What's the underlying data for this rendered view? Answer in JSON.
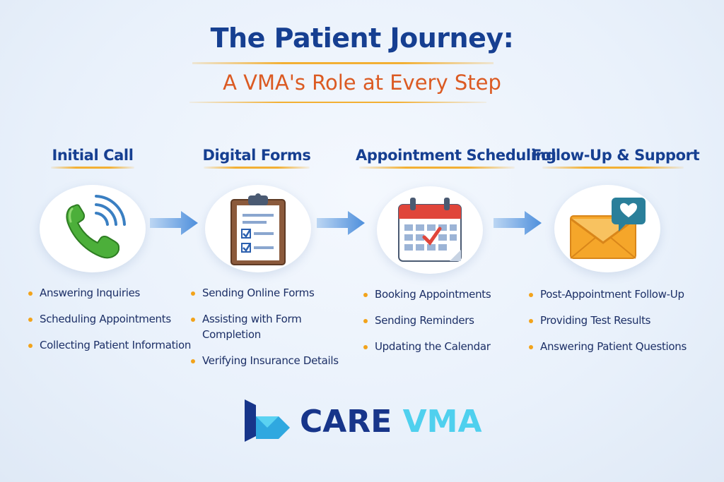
{
  "header": {
    "title": "The Patient Journey:",
    "subtitle": "A VMA's Role at Every Step"
  },
  "steps": [
    {
      "title": "Initial Call",
      "icon": "phone-icon",
      "bullets": [
        "Answering Inquiries",
        "Scheduling Appointments",
        "Collecting Patient Information"
      ]
    },
    {
      "title": "Digital Forms",
      "icon": "clipboard-icon",
      "bullets": [
        "Sending Online Forms",
        "Assisting with Form Completion",
        "Verifying Insurance Details"
      ]
    },
    {
      "title": "Appointment Scheduling",
      "icon": "calendar-icon",
      "bullets": [
        "Booking Appointments",
        "Sending Reminders",
        "Updating the Calendar"
      ]
    },
    {
      "title": "Follow-Up & Support",
      "icon": "envelope-heart-icon",
      "bullets": [
        "Post-Appointment Follow-Up",
        "Providing Test Results",
        "Answering Patient Questions"
      ]
    }
  ],
  "logo": {
    "part1": "CARE",
    "part2": "VMA"
  },
  "colors": {
    "title": "#163f91",
    "subtitle": "#db5a22",
    "accent": "#f2b034",
    "bullet": "#f2a31b",
    "logo_dark": "#17358a",
    "logo_light": "#4fd0ee"
  }
}
